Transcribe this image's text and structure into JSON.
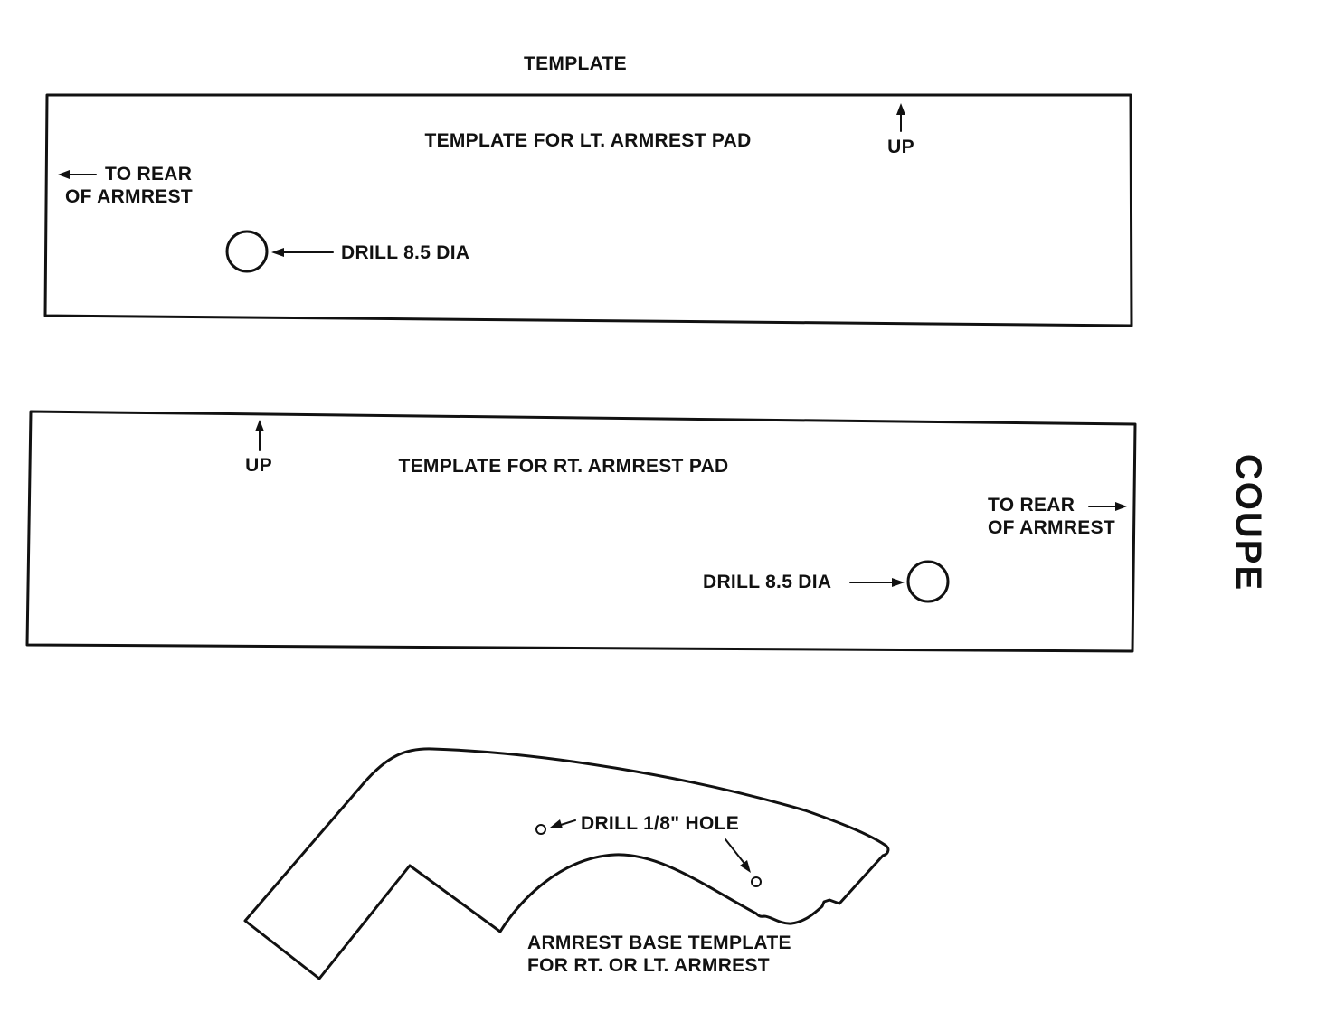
{
  "title": "TEMPLATE",
  "side_label": "COUPE",
  "left_pad": {
    "title": "TEMPLATE FOR LT. ARMREST PAD",
    "up": "UP",
    "rear_line1": "TO REAR",
    "rear_line2": "OF ARMREST",
    "drill": "DRILL 8.5 DIA"
  },
  "right_pad": {
    "title": "TEMPLATE FOR RT. ARMREST PAD",
    "up": "UP",
    "rear_line1": "TO REAR",
    "rear_line2": "OF ARMREST",
    "drill": "DRILL 8.5 DIA"
  },
  "base": {
    "drill": "DRILL 1/8\" HOLE",
    "title_line1": "ARMREST BASE TEMPLATE",
    "title_line2": "FOR RT. OR LT. ARMREST"
  }
}
